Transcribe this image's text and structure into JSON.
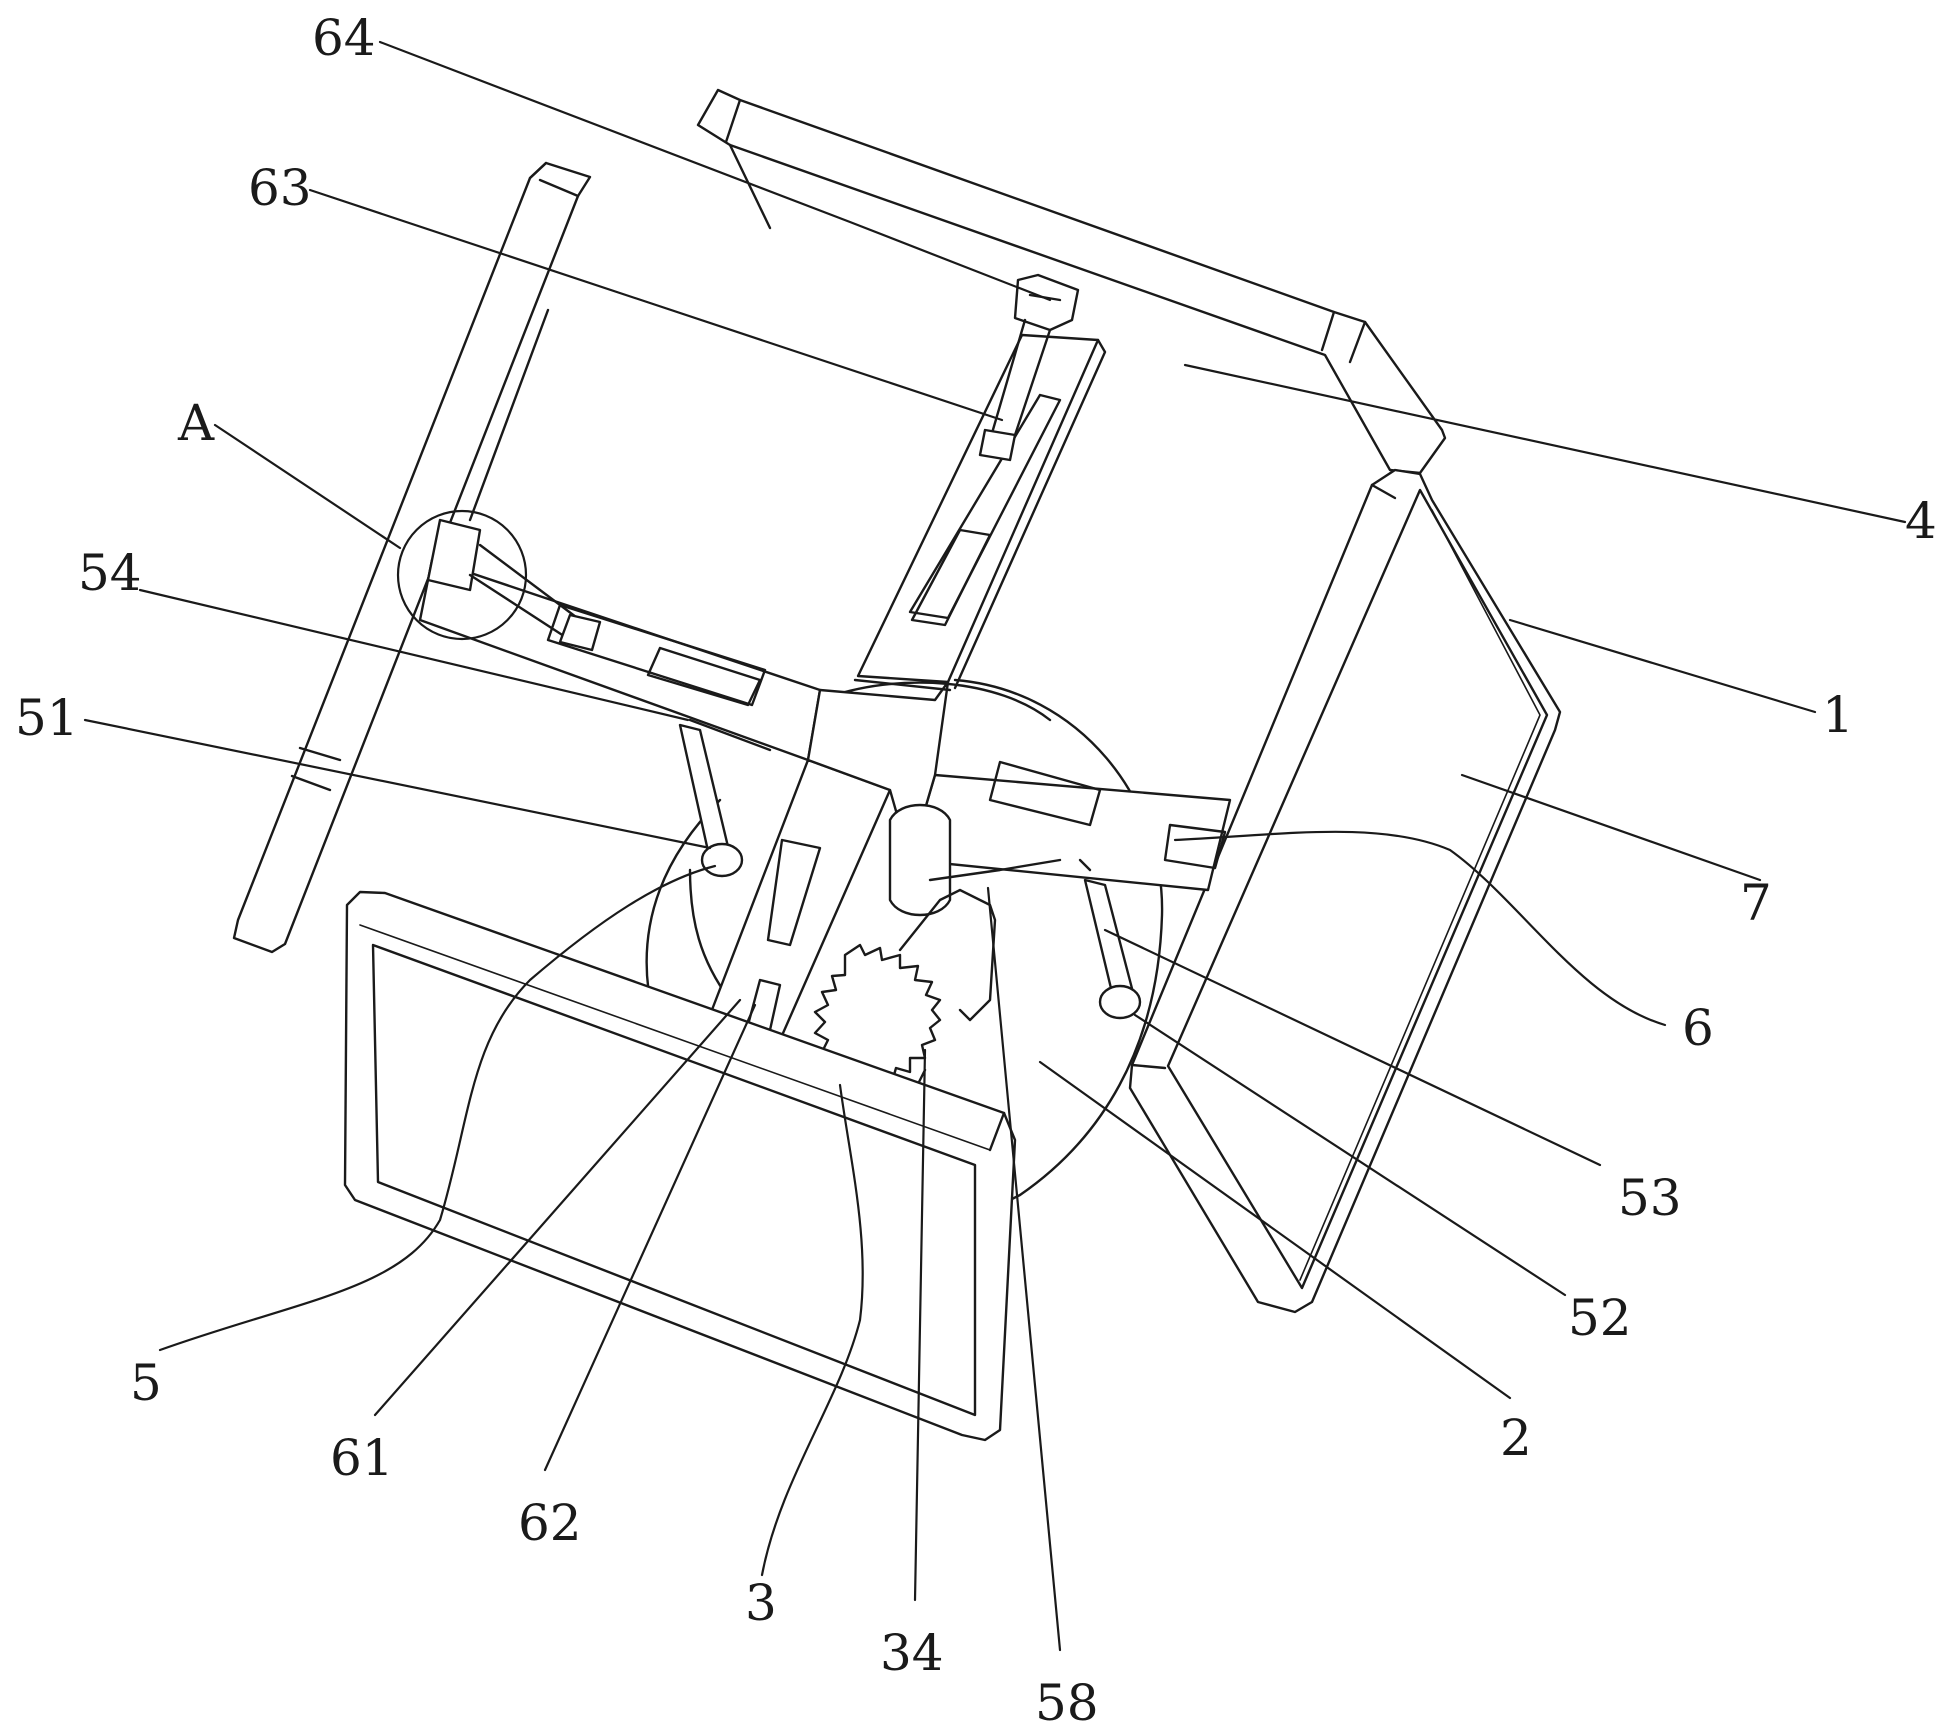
{
  "labels": {
    "l64": "64",
    "l63": "63",
    "lA": "A",
    "l54": "54",
    "l51": "51",
    "l5": "5",
    "l61": "61",
    "l62": "62",
    "l3": "3",
    "l34": "34",
    "l58": "58",
    "l2": "2",
    "l52": "52",
    "l53": "53",
    "l6": "6",
    "l7": "7",
    "l1": "1",
    "l4": "4"
  },
  "colors": {
    "stroke": "#1a1a1a",
    "background": "#ffffff"
  }
}
